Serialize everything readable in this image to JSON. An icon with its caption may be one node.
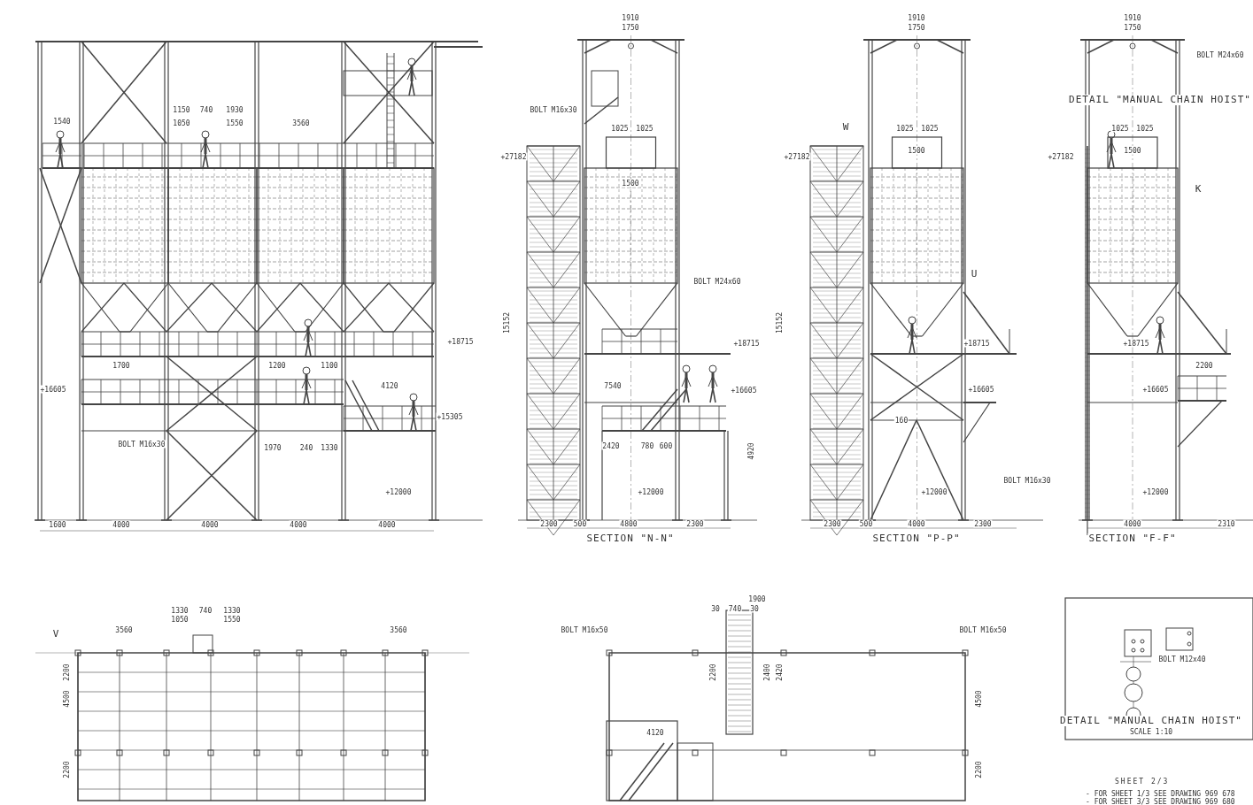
{
  "diagram": {
    "labels": [
      "1540",
      "1150",
      "740",
      "1930",
      "1050",
      "1550",
      "3560",
      "1700",
      "1200",
      "1100",
      "4120",
      "+16605",
      "+15305",
      "+18715",
      "BOLT M16x30",
      "1970",
      "240",
      "1330",
      "+12000",
      "1600",
      "4000",
      "4000",
      "4000",
      "4000",
      "1910",
      "1750",
      "BOLT M16x30",
      "1025",
      "1025",
      "1500",
      "+27182",
      "BOLT M24x60",
      "+18715",
      "7540",
      "+16605",
      "2420",
      "780",
      "600",
      "4920",
      "+12000",
      "2300",
      "500",
      "4800",
      "2300",
      "15152",
      "SECTION \"N-N\"",
      "1910",
      "1750",
      "W",
      "1025",
      "1025",
      "1500",
      "+27182",
      "U",
      "+18715",
      "+16605",
      "160",
      "BOLT M16x30",
      "+12000",
      "2300",
      "500",
      "4000",
      "2300",
      "15152",
      "SECTION \"P-P\"",
      "1910",
      "1750",
      "BOLT M24x60",
      "DETAIL \"MANUAL CHAIN HOIST\"",
      "1025",
      "1025",
      "1500",
      "K",
      "+27182",
      "+18715",
      "2200",
      "+16605",
      "+12000",
      "4000",
      "2310",
      "SECTION \"F-F\"",
      "V",
      "1330",
      "740",
      "1330",
      "1050",
      "1550",
      "3560",
      "3560",
      "4500",
      "2200",
      "2200",
      "BOLT M16x50",
      "1900",
      "30",
      "740",
      "30",
      "2200",
      "2400",
      "2420",
      "4120",
      "4500",
      "2200",
      "BOLT M16x50",
      "BOLT M12x40",
      "DETAIL \"MANUAL CHAIN HOIST\"",
      "SCALE 1:10",
      "SHEET 2/3",
      "- FOR SHEET 1/3 SEE DRAWING 969 678",
      "- FOR SHEET 3/3 SEE DRAWING 969 680"
    ]
  }
}
